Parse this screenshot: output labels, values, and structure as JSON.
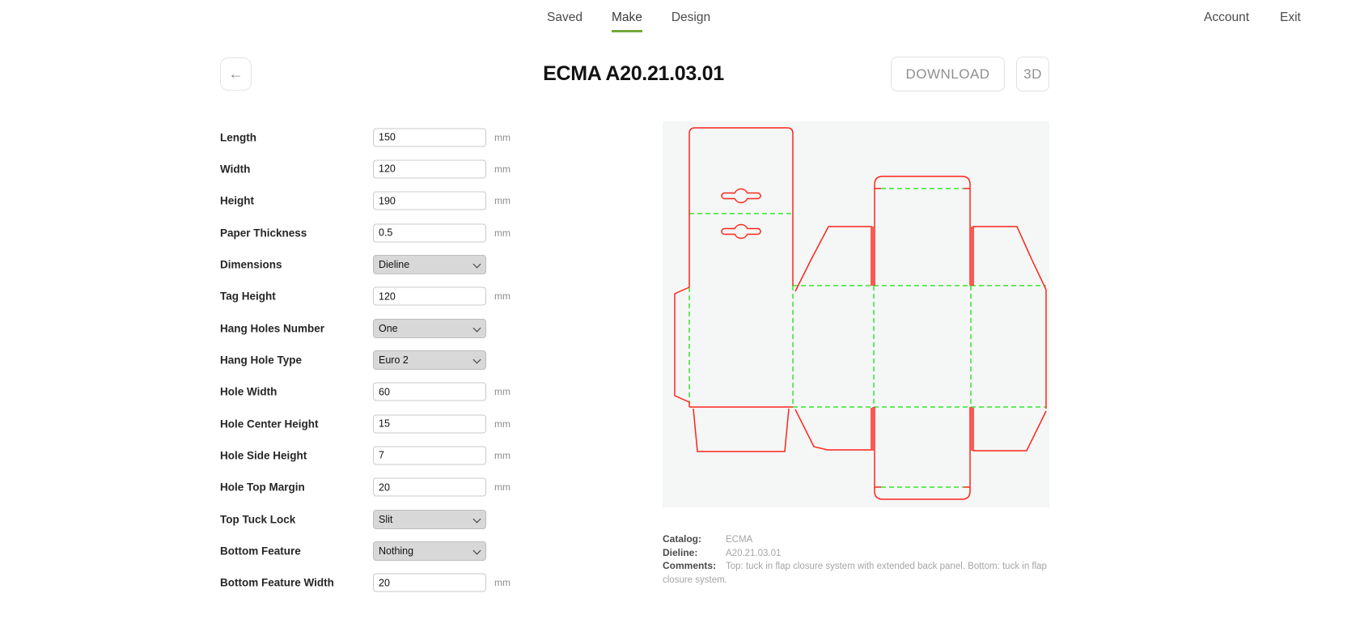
{
  "nav": {
    "center": [
      {
        "label": "Saved",
        "active": false
      },
      {
        "label": "Make",
        "active": true
      },
      {
        "label": "Design",
        "active": false
      }
    ],
    "right": [
      {
        "label": "Account"
      },
      {
        "label": "Exit"
      }
    ],
    "active_underline_color": "#76a73c"
  },
  "header": {
    "title": "ECMA A20.21.03.01",
    "back_icon": "←",
    "download_label": "DOWNLOAD",
    "threed_label": "3D"
  },
  "form": {
    "rows": [
      {
        "label": "Length",
        "type": "input",
        "value": "150",
        "unit": "mm"
      },
      {
        "label": "Width",
        "type": "input",
        "value": "120",
        "unit": "mm"
      },
      {
        "label": "Height",
        "type": "input",
        "value": "190",
        "unit": "mm"
      },
      {
        "label": "Paper Thickness",
        "type": "input",
        "value": "0.5",
        "unit": "mm"
      },
      {
        "label": "Dimensions",
        "type": "select",
        "value": "Dieline"
      },
      {
        "label": "Tag Height",
        "type": "input",
        "value": "120",
        "unit": "mm"
      },
      {
        "label": "Hang Holes Number",
        "type": "select",
        "value": "One"
      },
      {
        "label": "Hang Hole Type",
        "type": "select",
        "value": "Euro 2"
      },
      {
        "label": "Hole Width",
        "type": "input",
        "value": "60",
        "unit": "mm"
      },
      {
        "label": "Hole Center Height",
        "type": "input",
        "value": "15",
        "unit": "mm"
      },
      {
        "label": "Hole Side Height",
        "type": "input",
        "value": "7",
        "unit": "mm"
      },
      {
        "label": "Hole Top Margin",
        "type": "input",
        "value": "20",
        "unit": "mm"
      },
      {
        "label": "Top Tuck Lock",
        "type": "select",
        "value": "Slit"
      },
      {
        "label": "Bottom Feature",
        "type": "select",
        "value": "Nothing"
      },
      {
        "label": "Bottom Feature Width",
        "type": "input",
        "value": "20",
        "unit": "mm"
      }
    ]
  },
  "preview": {
    "background": "#f5f6f6",
    "cut_color": "#fb251b",
    "fold_color": "#35e52f"
  },
  "info": {
    "rows": [
      {
        "label": "Catalog:",
        "value": "ECMA"
      },
      {
        "label": "Dieline:",
        "value": "A20.21.03.01"
      },
      {
        "label": "Comments:",
        "value": "Top: tuck in flap closure system with extended back panel. Bottom: tuck in flap closure system."
      }
    ]
  }
}
